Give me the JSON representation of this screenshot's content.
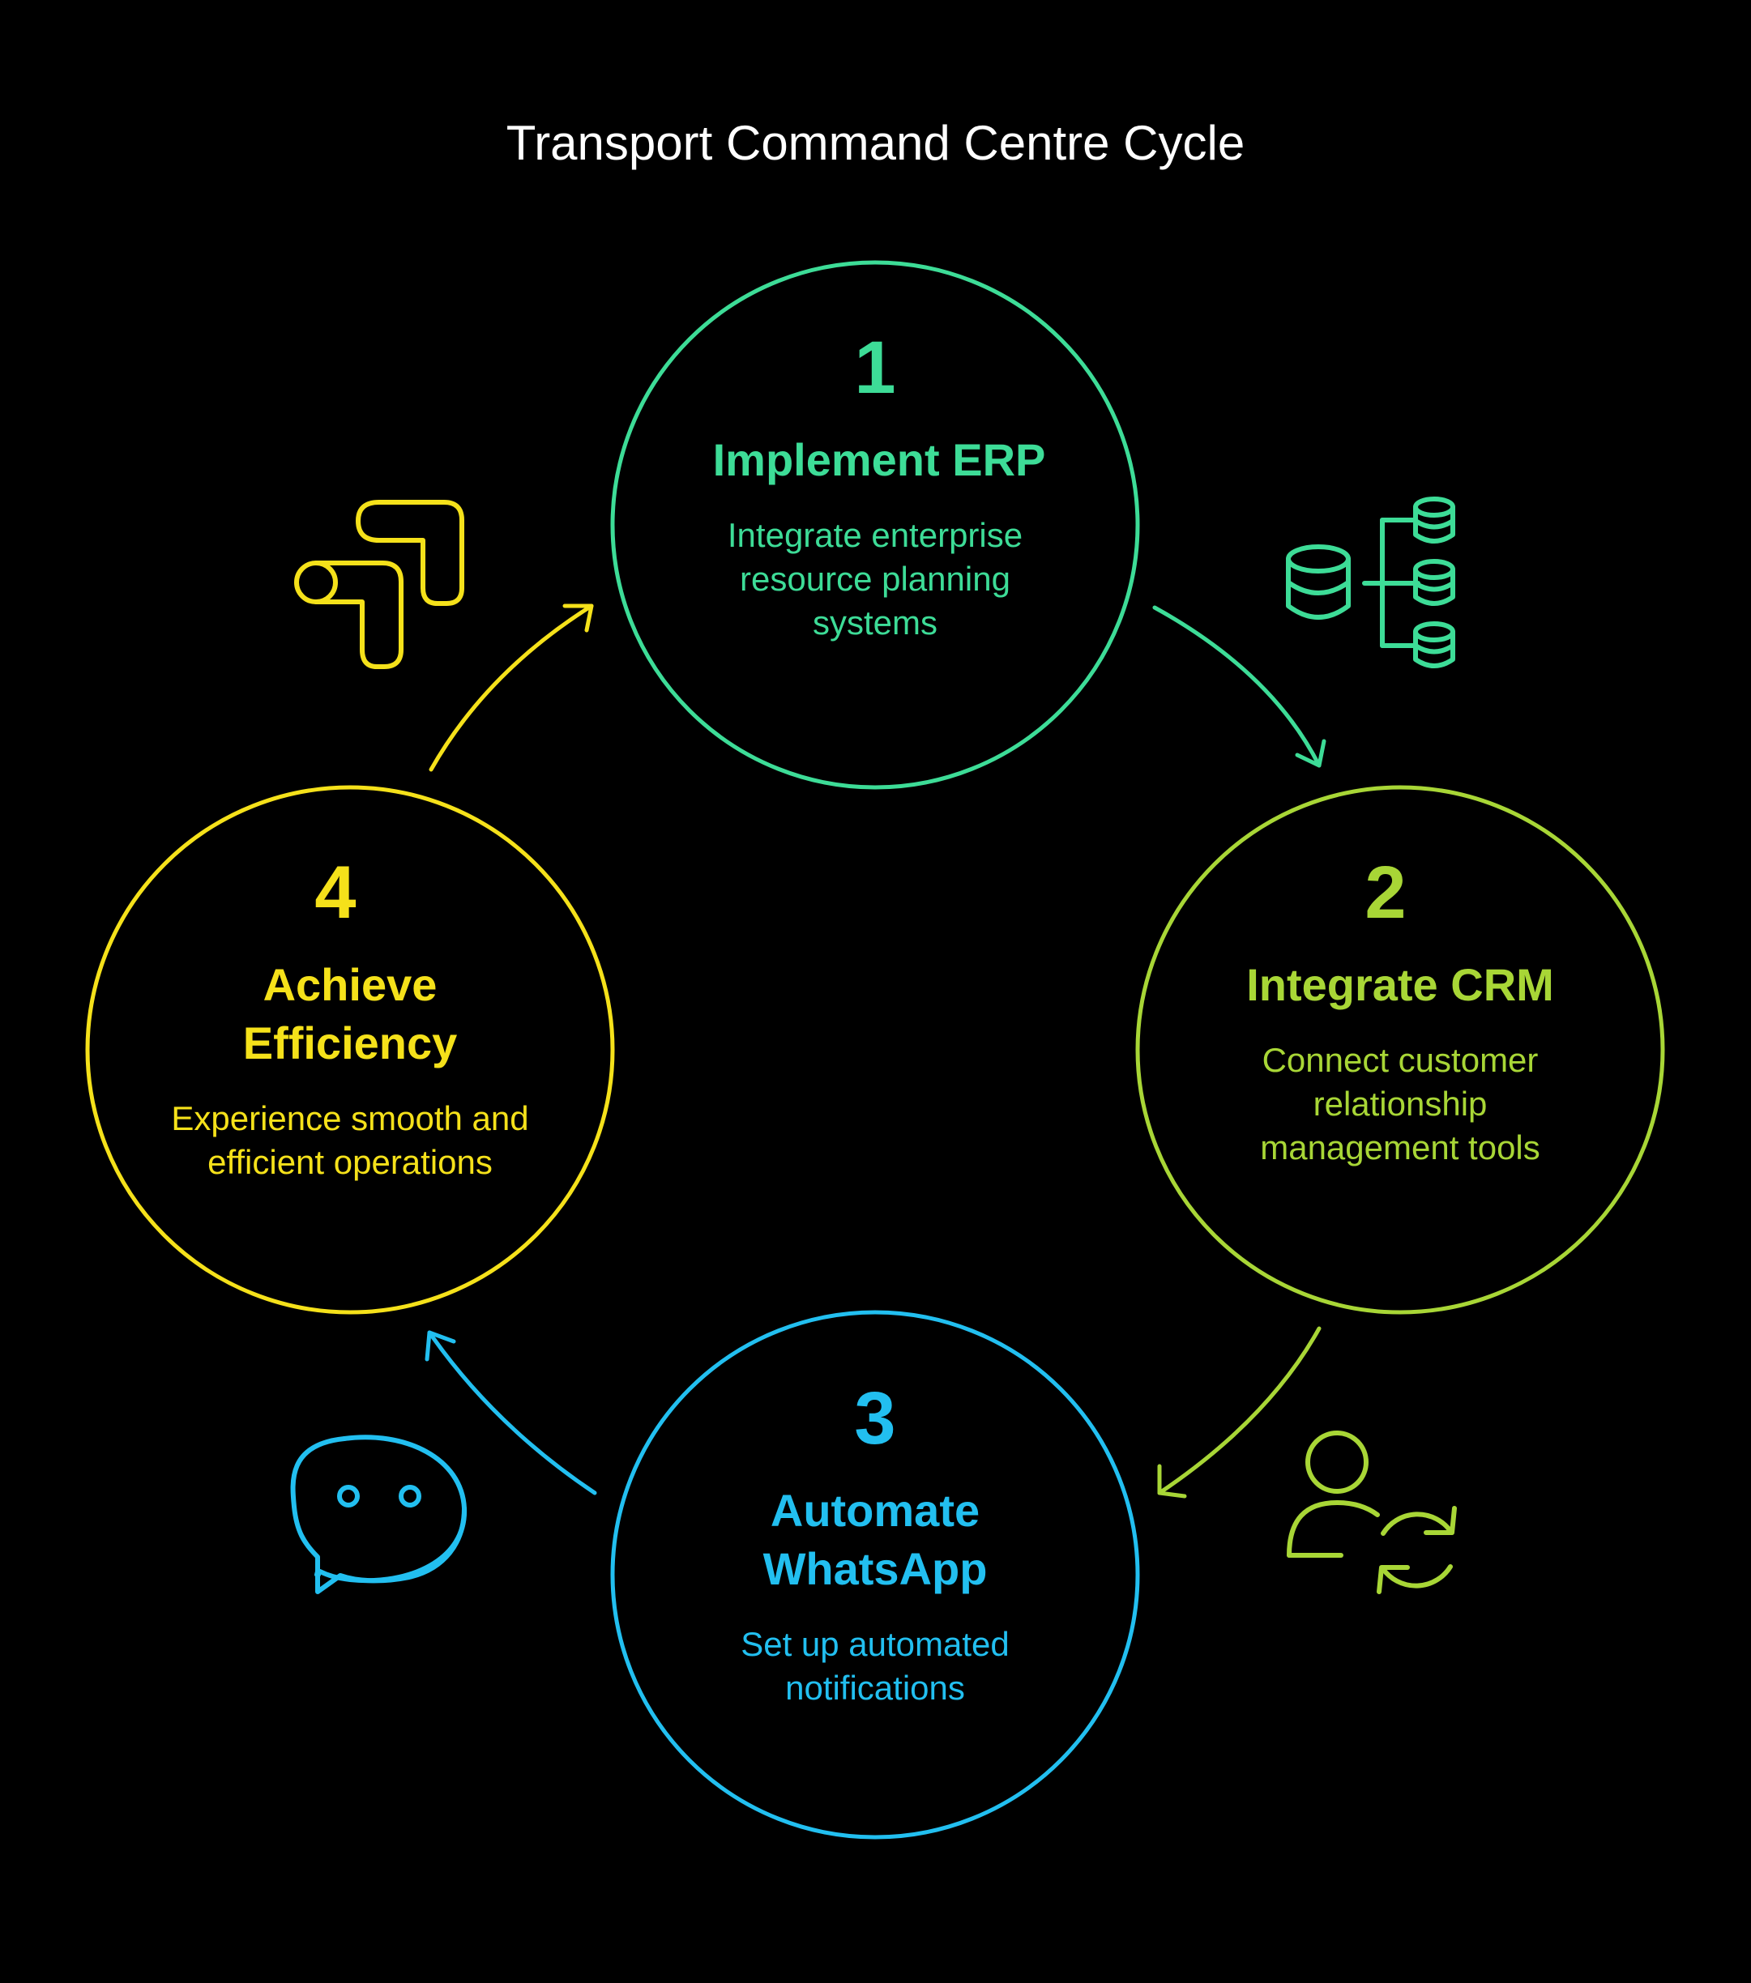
{
  "title": "Transport Command Centre Cycle",
  "colors": {
    "background": "#000000",
    "title": "#ffffff",
    "step1": "#3ddc97",
    "step2": "#a8d636",
    "step3": "#22bff0",
    "step4": "#f5e11a"
  },
  "steps": [
    {
      "number": "1",
      "heading": "Implement ERP",
      "description": [
        "Integrate enterprise",
        "resource planning",
        "systems"
      ],
      "icon": "database-network-icon"
    },
    {
      "number": "2",
      "heading": "Integrate CRM",
      "description": [
        "Connect customer",
        "relationship",
        "management tools"
      ],
      "icon": "user-sync-icon"
    },
    {
      "number": "3",
      "heading": [
        "Automate",
        "WhatsApp"
      ],
      "description": [
        "Set up automated",
        "notifications"
      ],
      "icon": "chat-bubble-icon"
    },
    {
      "number": "4",
      "heading": [
        "Achieve",
        "Efficiency"
      ],
      "description": [
        "Experience smooth and",
        "efficient operations"
      ],
      "icon": "workflow-pipe-icon"
    }
  ]
}
